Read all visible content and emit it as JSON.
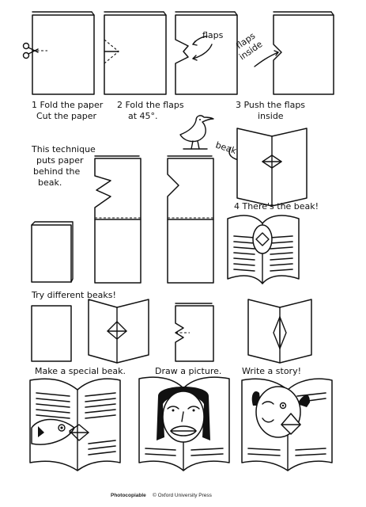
{
  "steps": {
    "step1_line1": "1 Fold the paper",
    "step1_line2": "Cut the paper",
    "step2_line1": "2 Fold the flaps",
    "step2_line2": "at 45°.",
    "step3_line1": "3 Push the flaps",
    "step3_line2": "inside",
    "step4": "4 There's the beak!"
  },
  "labels": {
    "flaps": "flaps",
    "flaps_inside_1": "flaps",
    "flaps_inside_2": "inside",
    "beak": "beak"
  },
  "notes": {
    "technique_1": "This technique",
    "technique_2": "puts paper",
    "technique_3": "behind the",
    "technique_4": "beak.",
    "try_beaks": "Try different beaks!",
    "make_beak": "Make a special beak.",
    "draw_picture": "Draw a picture.",
    "write_story": "Write a story!"
  },
  "footer": {
    "photocopiable": "Photocopiable",
    "publisher": "© Oxford University Press"
  }
}
